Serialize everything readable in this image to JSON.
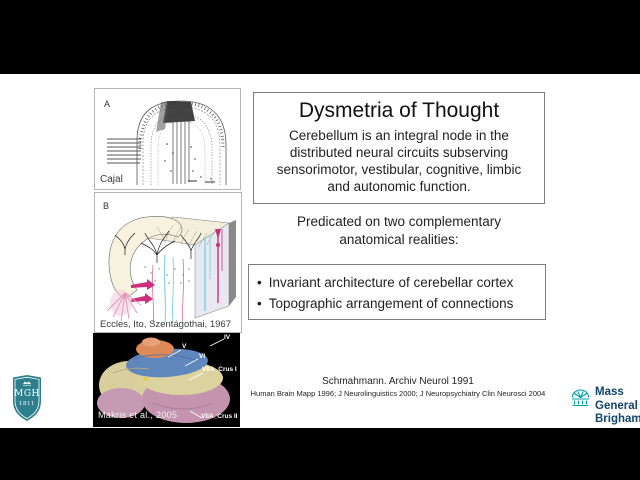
{
  "slide": {
    "title_panel": {
      "title": "Dysmetria of Thought",
      "body_lines": [
        "Cerebellum is an integral node in the",
        "distributed neural circuits subserving",
        "sensorimotor, vestibular, cognitive, limbic",
        "and autonomic function."
      ]
    },
    "predicated_lines": [
      "Predicated on two complementary",
      "anatomical realities:"
    ],
    "bullet_panel": {
      "bullets": [
        "Invariant architecture of cerebellar cortex",
        "Topographic arrangement of connections"
      ]
    },
    "citations": {
      "line1": "Schmahmann. Archiv Neurol 1991",
      "line2": "Human Brain Mapp 1996; J Neurolinguistics 2000; J Neuropsychiatry Clin Neurosci 2004"
    },
    "figures": {
      "cajal": {
        "panel_label": "A",
        "caption": "Cajal"
      },
      "eccles": {
        "panel_label": "B",
        "caption": "Eccles, Ito, Szentágothai, 1967"
      },
      "makris": {
        "caption": "Makris et al., 2005",
        "labels": {
          "iv": "IV",
          "v": "V",
          "vi": "VI",
          "crus1": "VIIA_Crus I",
          "crus2": "VIIA_Crus II"
        }
      }
    }
  },
  "logos": {
    "mgh": {
      "abbr": "MGH",
      "year": "1811",
      "shield_color": "#2e7f8e"
    },
    "mgb": {
      "line1": "Mass",
      "line2": "General",
      "line3": "Brigham",
      "icon_color": "#00a0ab",
      "text_color": "#12446e"
    }
  },
  "colors": {
    "letterbox": "#000000",
    "slide_bg": "#ffffff",
    "box_border": "#7d7d7d",
    "text": "#1f1f1f"
  }
}
